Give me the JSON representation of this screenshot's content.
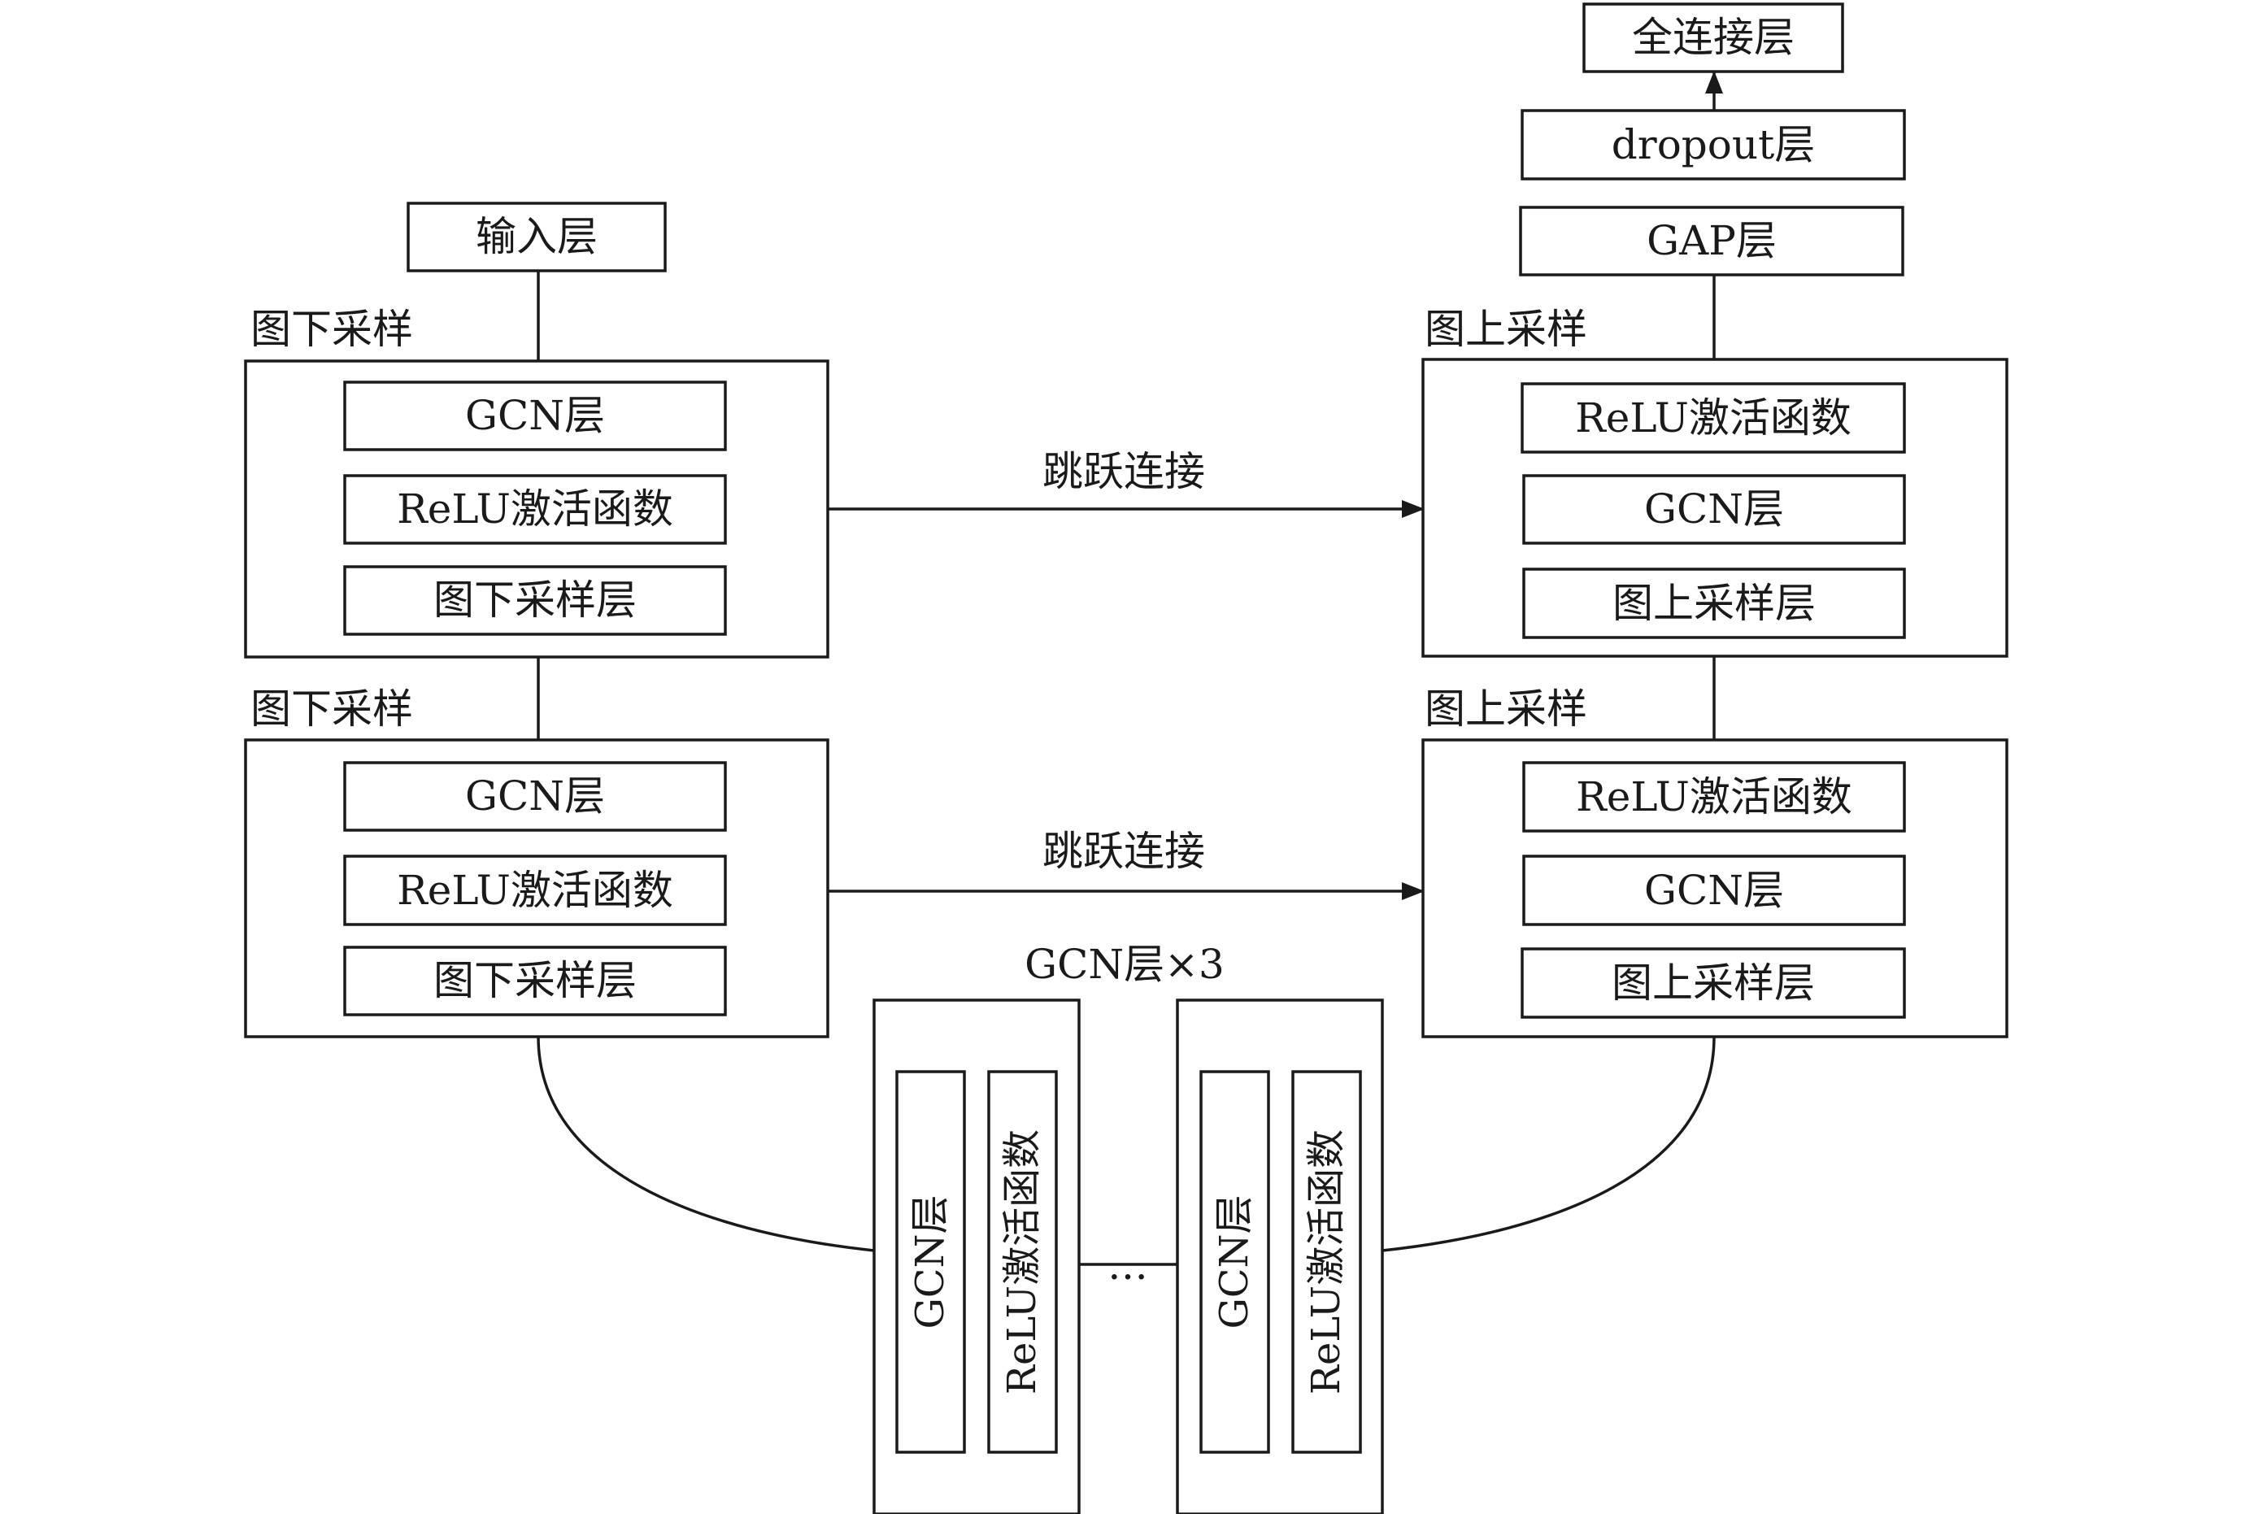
{
  "nodes": {
    "input_layer": "输入层",
    "fc_layer": "全连接层",
    "dropout_layer": "dropout层",
    "gap_layer": "GAP层"
  },
  "down_blocks": [
    {
      "title": "图下采样",
      "layers": [
        "GCN层",
        "ReLU激活函数",
        "图下采样层"
      ]
    },
    {
      "title": "图下采样",
      "layers": [
        "GCN层",
        "ReLU激活函数",
        "图下采样层"
      ]
    }
  ],
  "up_blocks": [
    {
      "title": "图上采样",
      "layers": [
        "ReLU激活函数",
        "GCN层",
        "图上采样层"
      ]
    },
    {
      "title": "图上采样",
      "layers": [
        "ReLU激活函数",
        "GCN层",
        "图上采样层"
      ]
    }
  ],
  "skip_labels": [
    "跳跃连接",
    "跳跃连接"
  ],
  "bottleneck": {
    "title": "GCN层×3",
    "units": [
      {
        "gcn": "GCN层",
        "relu": "ReLU激活函数"
      },
      {
        "gcn": "GCN层",
        "relu": "ReLU激活函数"
      }
    ],
    "ellipsis": "…"
  }
}
